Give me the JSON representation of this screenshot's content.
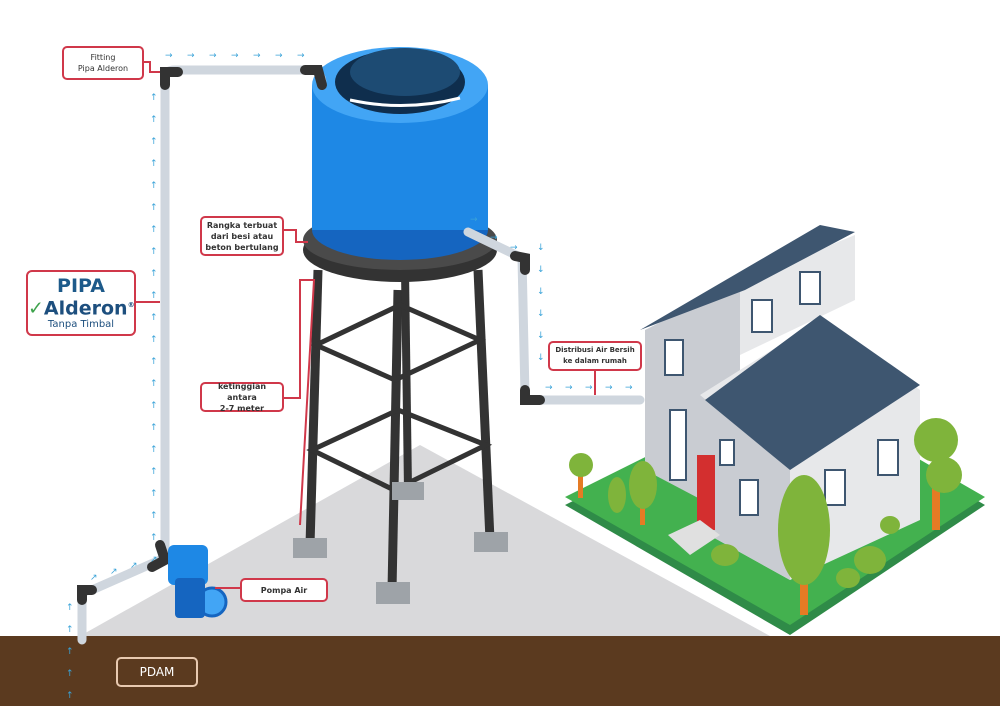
{
  "labels": {
    "fitting": [
      "Fitting",
      "Pipa Alderon"
    ],
    "frame": [
      "Rangka terbuat",
      "dari besi atau",
      "beton bertulang"
    ],
    "height": [
      "ketinggian antara",
      "2-7 meter"
    ],
    "distribution": [
      "Distribusi Air Bersih",
      "ke dalam rumah"
    ],
    "pump": "Pompa Air",
    "pdam": "PDAM"
  },
  "brand": {
    "line1": "PIPA",
    "line2": "Alderon",
    "registered": "®",
    "tagline": "Tanpa Timbal"
  },
  "colors": {
    "accent": "#d0384a",
    "tank": "#1e88e5",
    "ground": "#5b3a1f",
    "floor": "#d9d9db",
    "lawn": "#3aa655",
    "roof": "#3e5670",
    "arrow": "#3aa3d8"
  }
}
